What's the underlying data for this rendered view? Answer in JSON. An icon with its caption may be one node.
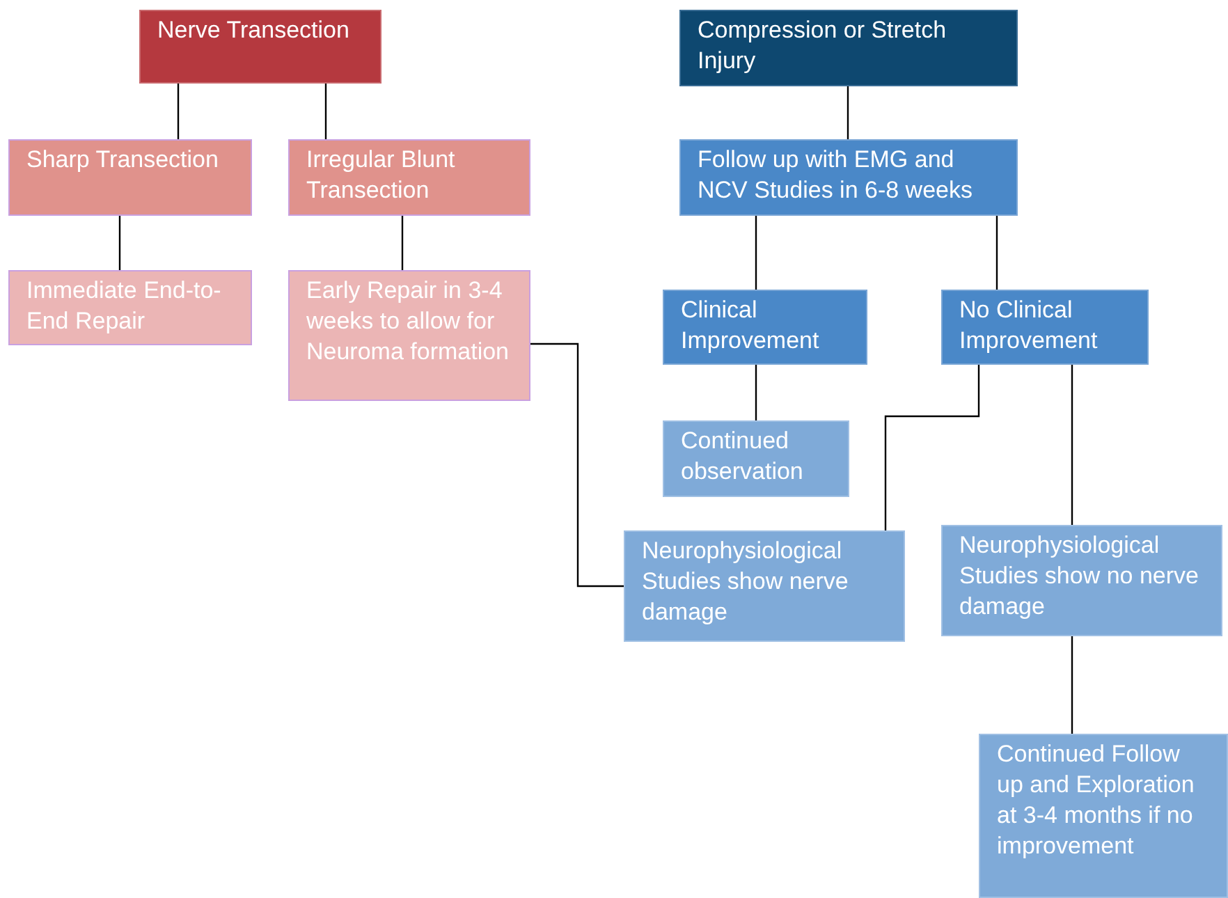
{
  "diagram": {
    "nodes": [
      {
        "text": [
          "Nerve Transection"
        ]
      },
      {
        "text": [
          "Sharp Transection"
        ]
      },
      {
        "text": [
          "Irregular Blunt Transection"
        ]
      },
      {
        "text": [
          "Immediate End-to-End Repair"
        ]
      },
      {
        "text": [
          "Early Repair in 3-4 weeks to allow for Neuroma formation"
        ]
      },
      {
        "text": [
          "Compression or Stretch Injury"
        ]
      },
      {
        "text": [
          "Follow up with EMG and NCV Studies in 6-8 weeks"
        ]
      },
      {
        "text": [
          "Clinical Improvement"
        ]
      },
      {
        "text": [
          "No Clinical Improvement"
        ]
      },
      {
        "text": [
          "Continued observation"
        ]
      },
      {
        "text": [
          "Neurophysiological Studies show nerve damage"
        ]
      },
      {
        "text": [
          "Neurophysiological Studies show no nerve damage"
        ]
      },
      {
        "text": [
          "Continued Follow up and Exploration at 3-4 months if no improvement"
        ]
      }
    ],
    "edges": [
      {
        "from": 0,
        "to": 1,
        "arrow": "none"
      },
      {
        "from": 0,
        "to": 2,
        "arrow": "none"
      },
      {
        "from": 1,
        "to": 3,
        "arrow": "none"
      },
      {
        "from": 2,
        "to": 4,
        "arrow": "none"
      },
      {
        "from": 4,
        "to": 10,
        "arrow": "none"
      },
      {
        "from": 5,
        "to": 6,
        "arrow": "none"
      },
      {
        "from": 6,
        "to": 7,
        "arrow": "none"
      },
      {
        "from": 6,
        "to": 8,
        "arrow": "none"
      },
      {
        "from": 7,
        "to": 9,
        "arrow": "none"
      },
      {
        "from": 8,
        "to": 10,
        "arrow": "none"
      },
      {
        "from": 8,
        "to": 11,
        "arrow": "none"
      },
      {
        "from": 11,
        "to": 12,
        "arrow": "none"
      }
    ]
  }
}
